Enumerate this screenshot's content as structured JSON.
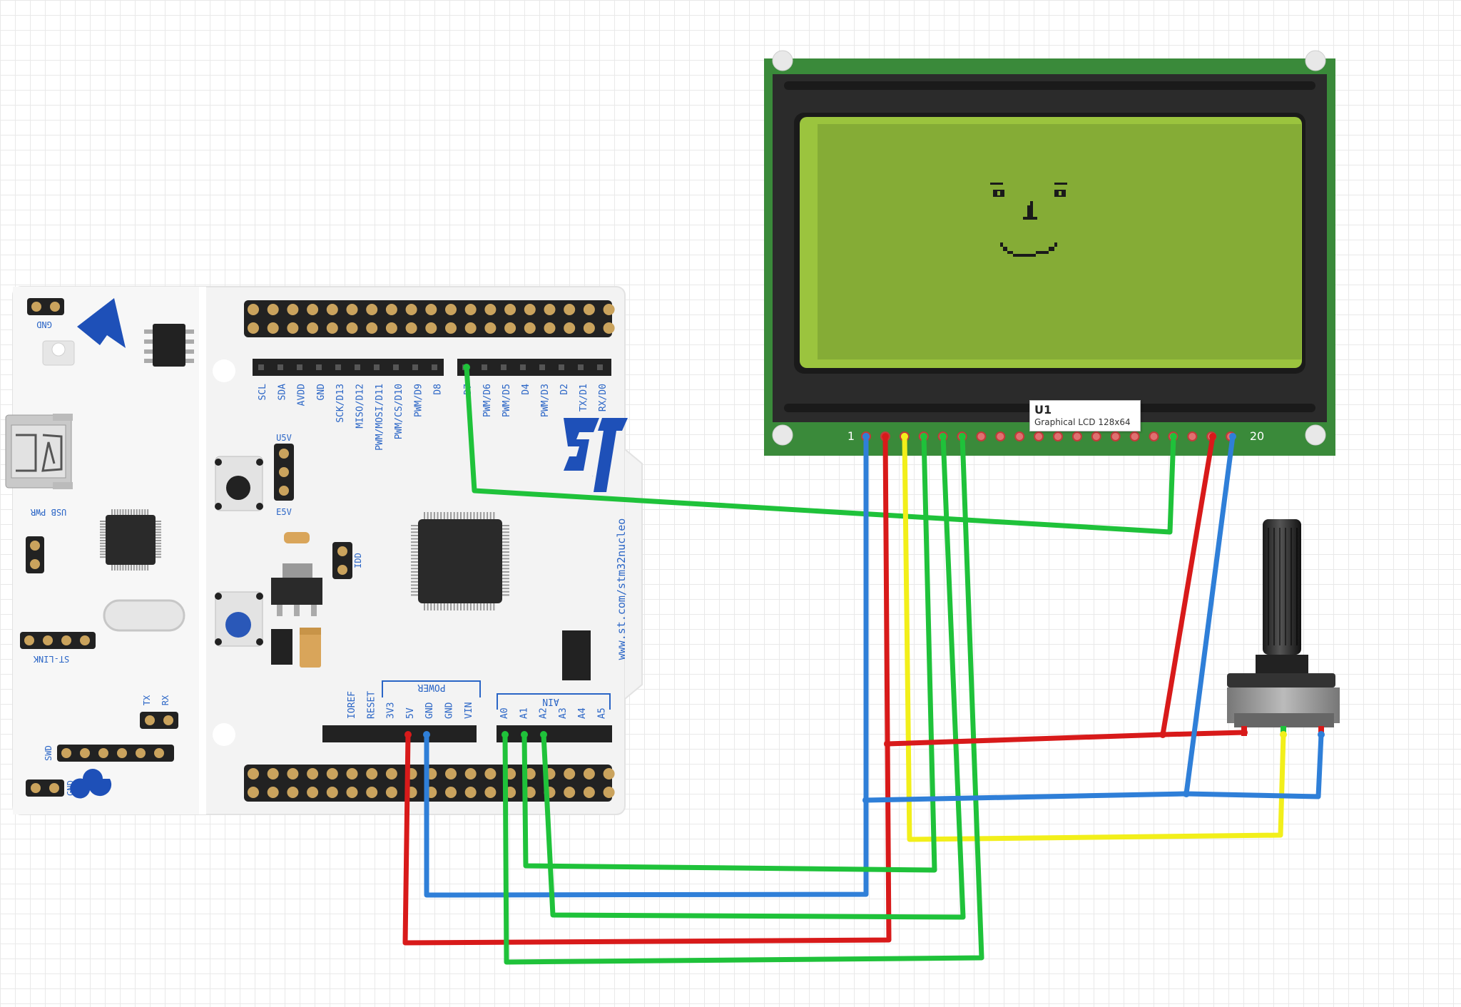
{
  "lcd": {
    "ref": "U1",
    "name": "Graphical LCD 128x64",
    "pin_first": "1",
    "pin_last": "20"
  },
  "board": {
    "url": "www.st.com/stm32nucleo",
    "brand": "ST",
    "top_header_labels": [
      "SCL",
      "SDA",
      "AVDD",
      "GND",
      "SCK/D13",
      "MISO/D12",
      "PWM/MOSI/D11",
      "PWM/CS/D10",
      "PWM/D9",
      "D8"
    ],
    "top_header2_labels": [
      "D7",
      "PWM/D6",
      "PWM/D5",
      "D4",
      "PWM/D3",
      "D2",
      "TX/D1",
      "RX/D0"
    ],
    "power_title": "POWER",
    "power_labels": [
      "IOREF",
      "RESET",
      "3V3",
      "5V",
      "GND",
      "GND",
      "VIN"
    ],
    "ain_title": "AIN",
    "ain_labels": [
      "A0",
      "A1",
      "A2",
      "A3",
      "A4",
      "A5"
    ],
    "u5v": "U5V",
    "e5v": "E5V",
    "idd": "IDD",
    "usb_pwr": "USB PWR",
    "st_link": "ST-LINK",
    "swd": "SWD",
    "gnd_top": "GND",
    "gnd_bottom": "GND",
    "tx": "TX",
    "rx": "RX"
  },
  "colors": {
    "wire_green": "#1fc23a",
    "wire_red": "#d81a1a",
    "wire_blue": "#2f7fd8",
    "wire_yellow": "#f2ef1a",
    "lcd_pcb": "#3a8a3a",
    "lcd_screen": "#8db83a",
    "board": "#f4f4f4"
  }
}
